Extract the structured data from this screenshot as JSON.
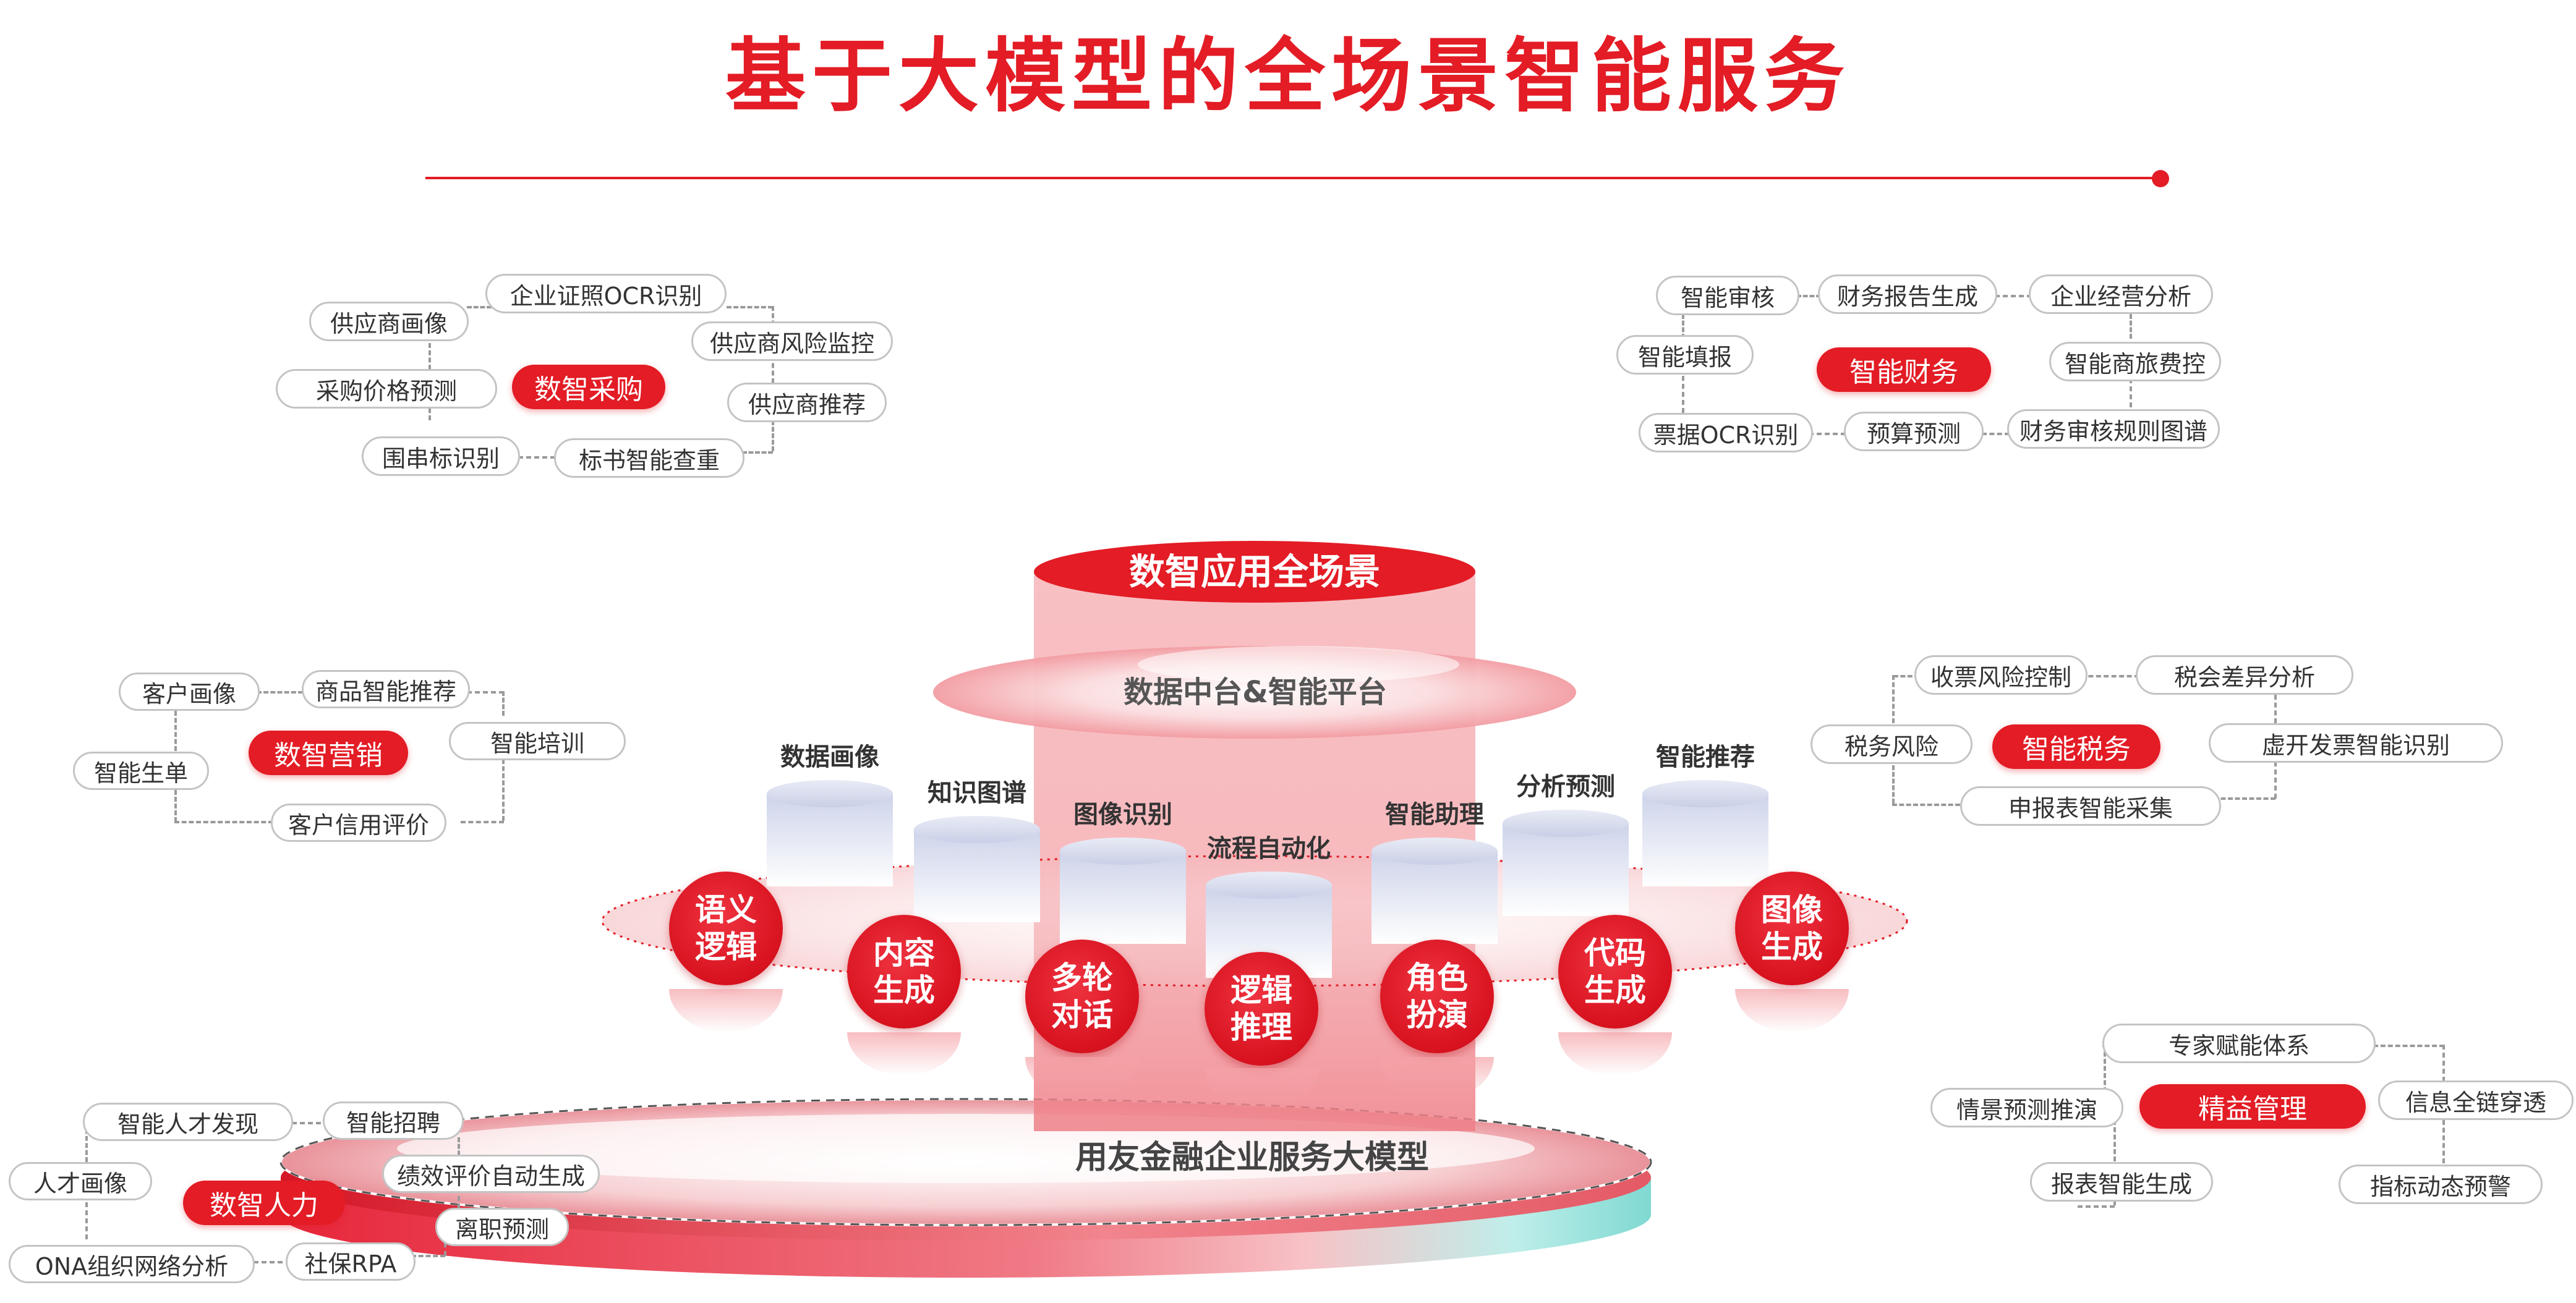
{
  "title": "基于大模型的全场景智能服务",
  "center": {
    "top_label": "数智应用全场景",
    "platform_label": "数据中台&智能平台",
    "base_label": "用友金融企业服务大模型",
    "cylinders": [
      "数据画像",
      "知识图谱",
      "图像识别",
      "流程自动化",
      "智能助理",
      "分析预测",
      "智能推荐"
    ],
    "balls": [
      {
        "l1": "语义",
        "l2": "逻辑"
      },
      {
        "l1": "内容",
        "l2": "生成"
      },
      {
        "l1": "多轮",
        "l2": "对话"
      },
      {
        "l1": "逻辑",
        "l2": "推理"
      },
      {
        "l1": "角色",
        "l2": "扮演"
      },
      {
        "l1": "代码",
        "l2": "生成"
      },
      {
        "l1": "图像",
        "l2": "生成"
      }
    ]
  },
  "groups": {
    "procurement": {
      "hub": "数智采购",
      "items": [
        "企业证照OCR识别",
        "供应商画像",
        "供应商风险监控",
        "采购价格预测",
        "供应商推荐",
        "围串标识别",
        "标书智能查重"
      ]
    },
    "finance": {
      "hub": "智能财务",
      "items": [
        "智能审核",
        "财务报告生成",
        "企业经营分析",
        "智能填报",
        "智能商旅费控",
        "票据OCR识别",
        "预算预测",
        "财务审核规则图谱"
      ]
    },
    "marketing": {
      "hub": "数智营销",
      "items": [
        "客户画像",
        "商品智能推荐",
        "智能培训",
        "智能生单",
        "客户信用评价"
      ]
    },
    "tax": {
      "hub": "智能税务",
      "items": [
        "收票风险控制",
        "税会差异分析",
        "税务风险",
        "虚开发票智能识别",
        "申报表智能采集"
      ]
    },
    "hr": {
      "hub": "数智人力",
      "items": [
        "智能人才发现",
        "智能招聘",
        "人才画像",
        "绩效评价自动生成",
        "离职预测",
        "ONA组织网络分析",
        "社保RPA"
      ]
    },
    "lean": {
      "hub": "精益管理",
      "items": [
        "专家赋能体系",
        "情景预测推演",
        "信息全链穿透",
        "报表智能生成",
        "指标动态预警"
      ]
    }
  },
  "colors": {
    "accent": "#e31c25",
    "connector": "#9a9a9a",
    "pill_border": "#c4c4c4"
  }
}
